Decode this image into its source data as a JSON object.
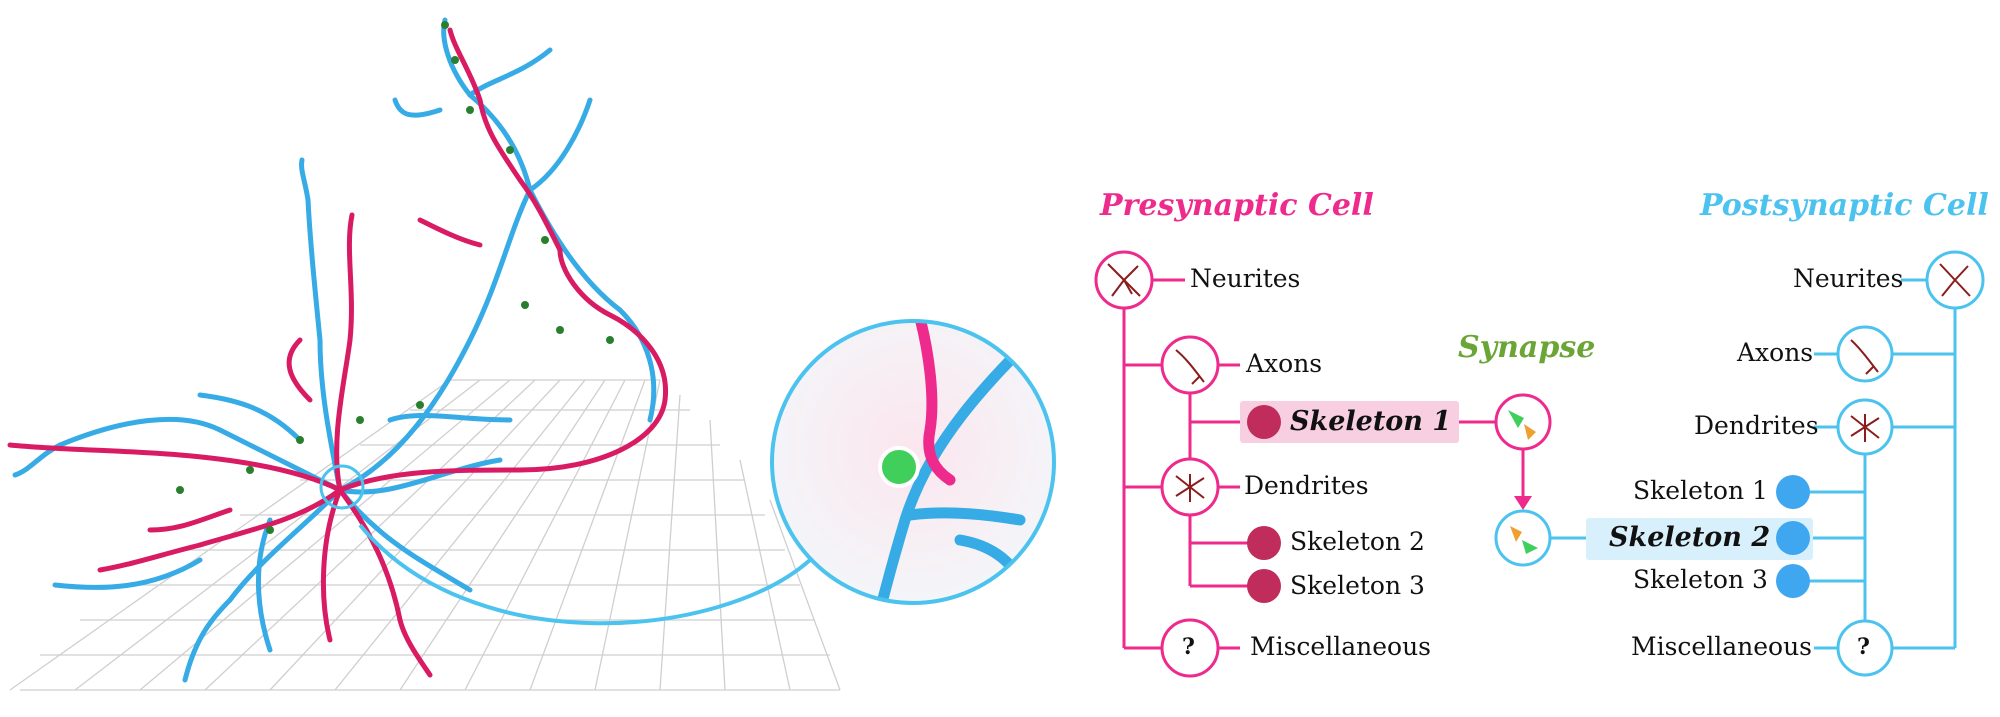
{
  "colors": {
    "presynaptic": "#ee2a8c",
    "postsynaptic": "#4cc3ee",
    "synapse": "#6aa535",
    "presyn_skeleton_dot": "#c02c5b",
    "postsyn_skeleton_dot": "#3fa7f0",
    "highlight_pre": "#f8cfe0",
    "highlight_post": "#d8f0fb",
    "grid": "#cfcfcf",
    "neurite_pre": "#d81b63",
    "neurite_post": "#36abe6",
    "synapse_dot": "#3fcf5a"
  },
  "icons": {
    "neurites": "neuron-icon",
    "axons": "axon-icon",
    "dendrites": "dendrite-icon",
    "misc": "question-mark-icon",
    "synapse": "synapse-icon",
    "skeleton": "dot-icon"
  },
  "presynaptic": {
    "title": "Presynaptic Cell",
    "neurites": "Neurites",
    "axons": "Axons",
    "skeleton1": "Skeleton 1",
    "dendrites": "Dendrites",
    "skeleton2": "Skeleton 2",
    "skeleton3": "Skeleton 3",
    "misc": "Miscellaneous",
    "misc_symbol": "?"
  },
  "synapse": {
    "title": "Synapse"
  },
  "postsynaptic": {
    "title": "Postsynaptic Cell",
    "neurites": "Neurites",
    "axons": "Axons",
    "dendrites": "Dendrites",
    "skeleton1": "Skeleton 1",
    "skeleton2": "Skeleton 2",
    "skeleton3": "Skeleton 3",
    "misc": "Miscellaneous",
    "misc_symbol": "?"
  }
}
